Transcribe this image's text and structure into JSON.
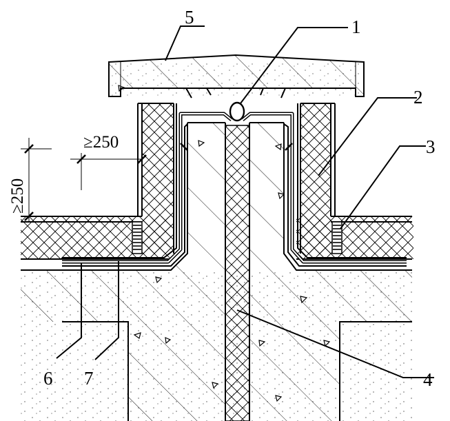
{
  "labels": {
    "l1": "1",
    "l2": "2",
    "l3": "3",
    "l4": "4",
    "l5": "5",
    "l6": "6",
    "l7": "7"
  },
  "dimensions": {
    "horizontal": "≥250",
    "vertical": "≥250"
  }
}
